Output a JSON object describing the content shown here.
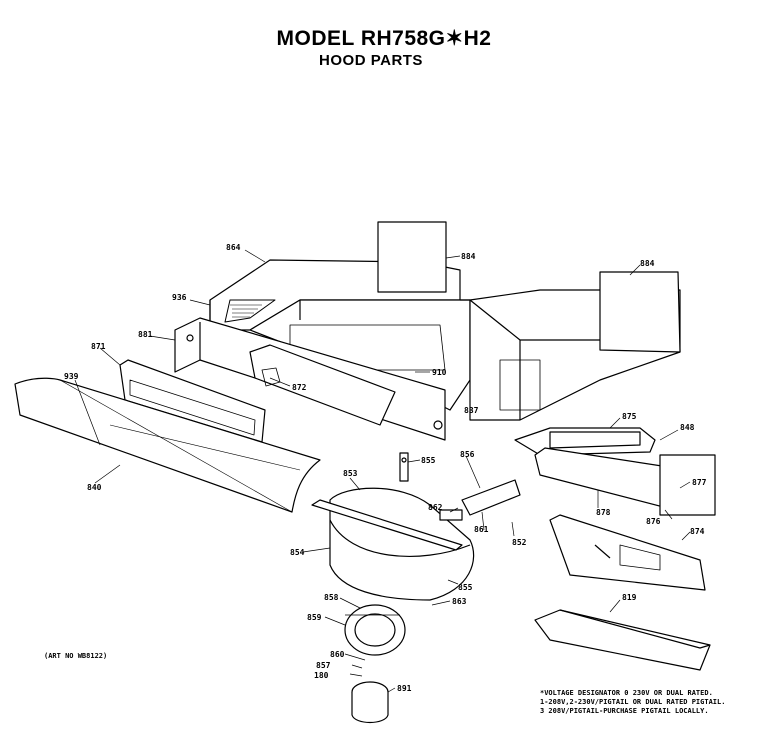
{
  "title": "MODEL RH758G✶H2",
  "subtitle": "HOOD PARTS",
  "art_number": "(ART NO WB8122)",
  "voltage_note": [
    "*VOLTAGE DESIGNATOR 0 230V OR DUAL RATED.",
    "1-208V,2-230V/PIGTAIL OR DUAL RATED PIGTAIL.",
    "3 208V/PIGTAIL-PURCHASE PIGTAIL LOCALLY."
  ],
  "labels": {
    "l864": "864",
    "l884a": "884",
    "l884b": "884",
    "l936": "936",
    "l881": "881",
    "l871": "871",
    "l939": "939",
    "l872": "872",
    "l910": "910",
    "l837": "837",
    "l875": "875",
    "l848": "848",
    "l877": "877",
    "l878": "878",
    "l876": "876",
    "l874": "874",
    "l840": "840",
    "l855a": "855",
    "l856": "856",
    "l853": "853",
    "l852": "852",
    "l861": "861",
    "l862": "862",
    "l854": "854",
    "l855b": "855",
    "l858": "858",
    "l863": "863",
    "l859": "859",
    "l860": "860",
    "l857": "857",
    "l180": "180",
    "l891": "891",
    "l819": "819"
  }
}
